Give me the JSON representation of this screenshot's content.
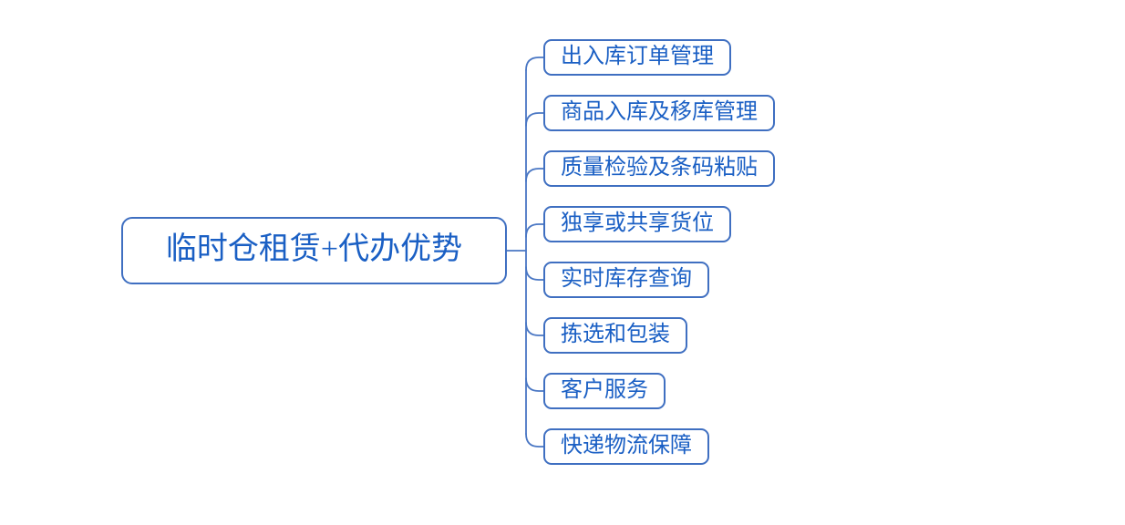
{
  "diagram": {
    "root": {
      "label": "临时仓租赁+代办优势"
    },
    "children": [
      {
        "label": "出入库订单管理"
      },
      {
        "label": "商品入库及移库管理"
      },
      {
        "label": "质量检验及条码粘贴"
      },
      {
        "label": "独享或共享货位"
      },
      {
        "label": "实时库存查询"
      },
      {
        "label": "拣选和包装"
      },
      {
        "label": "客户服务"
      },
      {
        "label": "快递物流保障"
      }
    ],
    "colors": {
      "line": "#4a77c4",
      "border": "#3f6fc1",
      "text": "#1a5fc4",
      "background": "#ffffff"
    }
  }
}
